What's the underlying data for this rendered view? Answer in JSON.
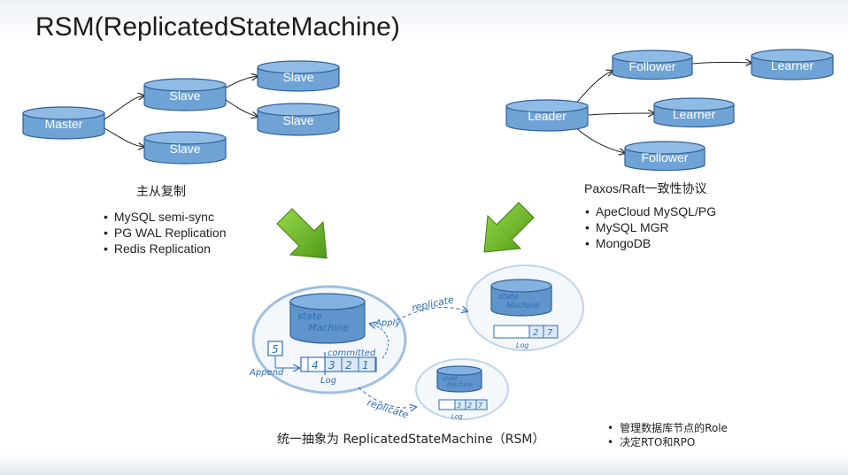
{
  "title": "RSM(ReplicatedStateMachine)",
  "left_diagram": {
    "master": "Master",
    "slaves": [
      "Slave",
      "Slave",
      "Slave",
      "Slave"
    ],
    "caption": "主从复制",
    "bullets": [
      "MySQL semi-sync",
      "PG WAL Replication",
      "Redis Replication"
    ]
  },
  "right_diagram": {
    "leader": "Leader",
    "followers": [
      "Follower",
      "Follower"
    ],
    "learners": [
      "Learner",
      "Learner"
    ],
    "caption": "Paxos/Raft一致性协议",
    "bullets": [
      "ApeCloud MySQL/PG",
      "MySQL MGR",
      "MongoDB"
    ]
  },
  "rsm": {
    "state": "state",
    "machine": "Machine",
    "apply": "Apply",
    "committed": "committed",
    "append": "Append",
    "log": "Log",
    "replicate": "replicate",
    "log_entries": [
      "4",
      "3",
      "2",
      "1"
    ],
    "new_entry": "5",
    "replica_entries": [
      "2",
      "7"
    ],
    "small_entries": [
      "3",
      "2",
      "7"
    ],
    "caption": "统一抽象为 ReplicatedStateMachine（RSM）"
  },
  "notes": [
    "管理数据库节点的Role",
    "决定RTO和RPO"
  ],
  "colors": {
    "node_fill": "#6fa3d6",
    "node_stroke": "#2f5f96",
    "arrow_green": "#6fbf2a",
    "hand_blue": "#2e6db4"
  }
}
